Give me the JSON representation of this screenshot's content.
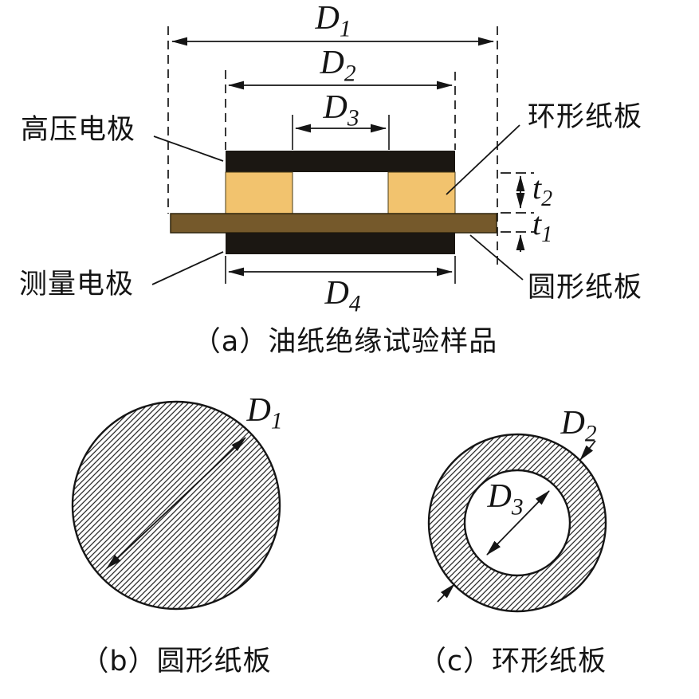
{
  "colors": {
    "electrode": "#1b1712",
    "ring_board": "#f2c36e",
    "circular_board": "#75592b"
  },
  "dim_labels": {
    "d1": {
      "base": "D",
      "sub": "1"
    },
    "d2": {
      "base": "D",
      "sub": "2"
    },
    "d3": {
      "base": "D",
      "sub": "3"
    },
    "d4": {
      "base": "D",
      "sub": "4"
    },
    "t1": {
      "base": "t",
      "sub": "1"
    },
    "t2": {
      "base": "t",
      "sub": "2"
    }
  },
  "panel_a": {
    "caption": "（a）油纸绝缘试验样品",
    "labels": {
      "high_voltage_electrode": "高压电极",
      "ring_paperboard": "环形纸板",
      "measuring_electrode": "测量电极",
      "circular_paperboard": "圆形纸板"
    }
  },
  "panel_b": {
    "caption": "（b）圆形纸板"
  },
  "panel_c": {
    "caption": "（c）环形纸板"
  }
}
